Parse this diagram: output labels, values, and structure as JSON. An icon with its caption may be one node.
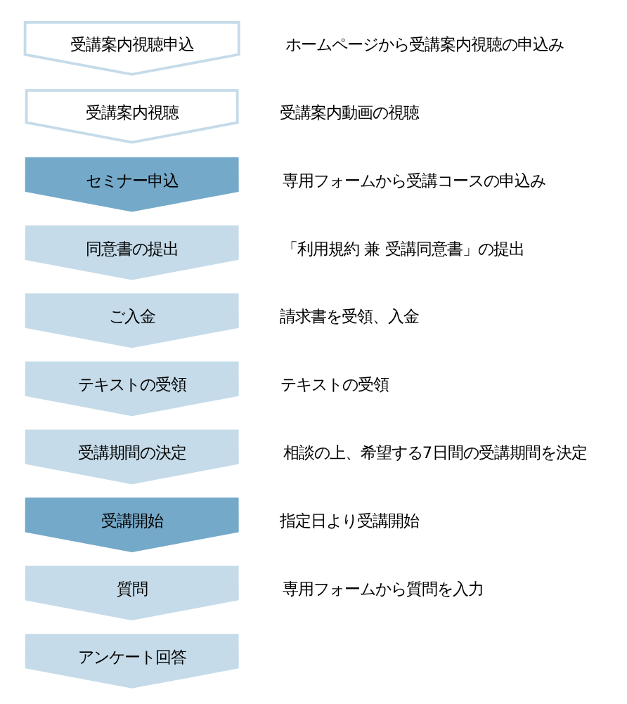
{
  "diagram": {
    "nodes": [
      {
        "text": [
          "受講案内視聴申込"
        ],
        "beside": [
          "ホームページから受講案内視聴の申込み"
        ]
      },
      {
        "text": [
          "受講案内視聴"
        ],
        "beside": [
          "受講案内動画の視聴"
        ]
      },
      {
        "text": [
          "セミナー申込"
        ],
        "beside": [
          "専用フォームから受講コースの申込み"
        ]
      },
      {
        "text": [
          "同意書の提出"
        ],
        "beside": [
          "「利用規約 兼 受講同意書」の提出"
        ]
      },
      {
        "text": [
          "ご入金"
        ],
        "beside": [
          "請求書を受領、入金"
        ]
      },
      {
        "text": [
          "テキストの受領"
        ],
        "beside": [
          "テキストの受領"
        ]
      },
      {
        "text": [
          "受講期間の決定"
        ],
        "beside": [
          "相談の上、希望する7日間の受講期間を決定"
        ]
      },
      {
        "text": [
          "受講開始"
        ],
        "beside": [
          "指定日より受講開始"
        ]
      },
      {
        "text": [
          "質問"
        ],
        "beside": [
          "専用フォームから質問を入力"
        ]
      },
      {
        "text": [
          "アンケート回答"
        ]
      }
    ]
  }
}
